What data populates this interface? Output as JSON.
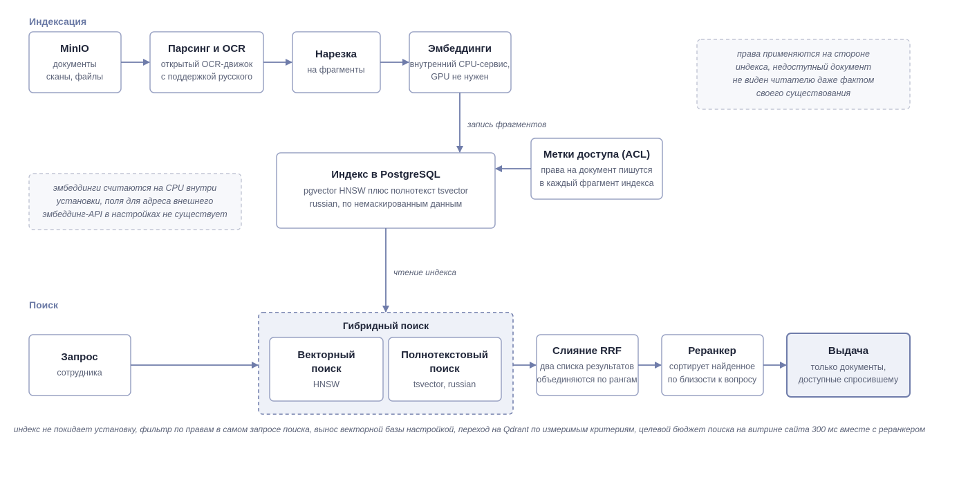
{
  "sections": {
    "indexing": "Индексация",
    "search": "Поиск"
  },
  "nodes": {
    "minio": {
      "title": "MinIO",
      "lines": [
        "документы",
        "сканы, файлы"
      ]
    },
    "parsing": {
      "title": "Парсинг и OCR",
      "lines": [
        "открытый OCR-движок",
        "с поддержкой русского"
      ]
    },
    "chunking": {
      "title": "Нарезка",
      "lines": [
        "на фрагменты"
      ]
    },
    "embeddings": {
      "title": "Эмбеддинги",
      "lines": [
        "внутренний CPU-сервис,",
        "GPU не нужен"
      ]
    },
    "index": {
      "title": "Индекс в PostgreSQL",
      "lines": [
        "pgvector HNSW плюс полнотекст tsvector",
        "russian, по немаскированным данным"
      ]
    },
    "acl": {
      "title": "Метки доступа (ACL)",
      "lines": [
        "права на документ пишутся",
        "в каждый фрагмент индекса"
      ]
    },
    "query": {
      "title": "Запрос",
      "lines": [
        "сотрудника"
      ]
    },
    "vector": {
      "title_lines": [
        "Векторный",
        "поиск"
      ],
      "lines": [
        "HNSW"
      ]
    },
    "fulltext": {
      "title_lines": [
        "Полнотекстовый",
        "поиск"
      ],
      "lines": [
        "tsvector, russian"
      ]
    },
    "rrf": {
      "title": "Слияние RRF",
      "lines": [
        "два списка результатов",
        "объединяются по рангам"
      ]
    },
    "reranker": {
      "title": "Реранкер",
      "lines": [
        "сортирует найденное",
        "по близости к вопросу"
      ]
    },
    "output": {
      "title": "Выдача",
      "lines": [
        "только документы,",
        "доступные спросившему"
      ]
    }
  },
  "group": {
    "hybrid": {
      "title": "Гибридный поиск"
    }
  },
  "edges": {
    "write_chunks": "запись фрагментов",
    "read_index": "чтение индекса"
  },
  "notes": {
    "acl_note": [
      "права применяются на стороне",
      "индекса, недоступный документ",
      "не виден читателю даже фактом",
      "своего существования"
    ],
    "cpu_note": [
      "эмбеддинги считаются на CPU внутри",
      "установки, поля для адреса внешнего",
      "эмбеддинг-API в настройках не существует"
    ]
  },
  "footer": "индекс не покидает установку, фильтр по правам в самом запросе поиска, вынос векторной базы настройкой, переход на Qdrant по измеримым критериям, целевой бюджет поиска на витрине сайта 300 мс вместе с реранкером",
  "colors": {
    "stroke": "#9aa3c4",
    "accent": "#6f7caa",
    "accent_fill": "#eef1f8",
    "section": "#6b7aa5"
  }
}
